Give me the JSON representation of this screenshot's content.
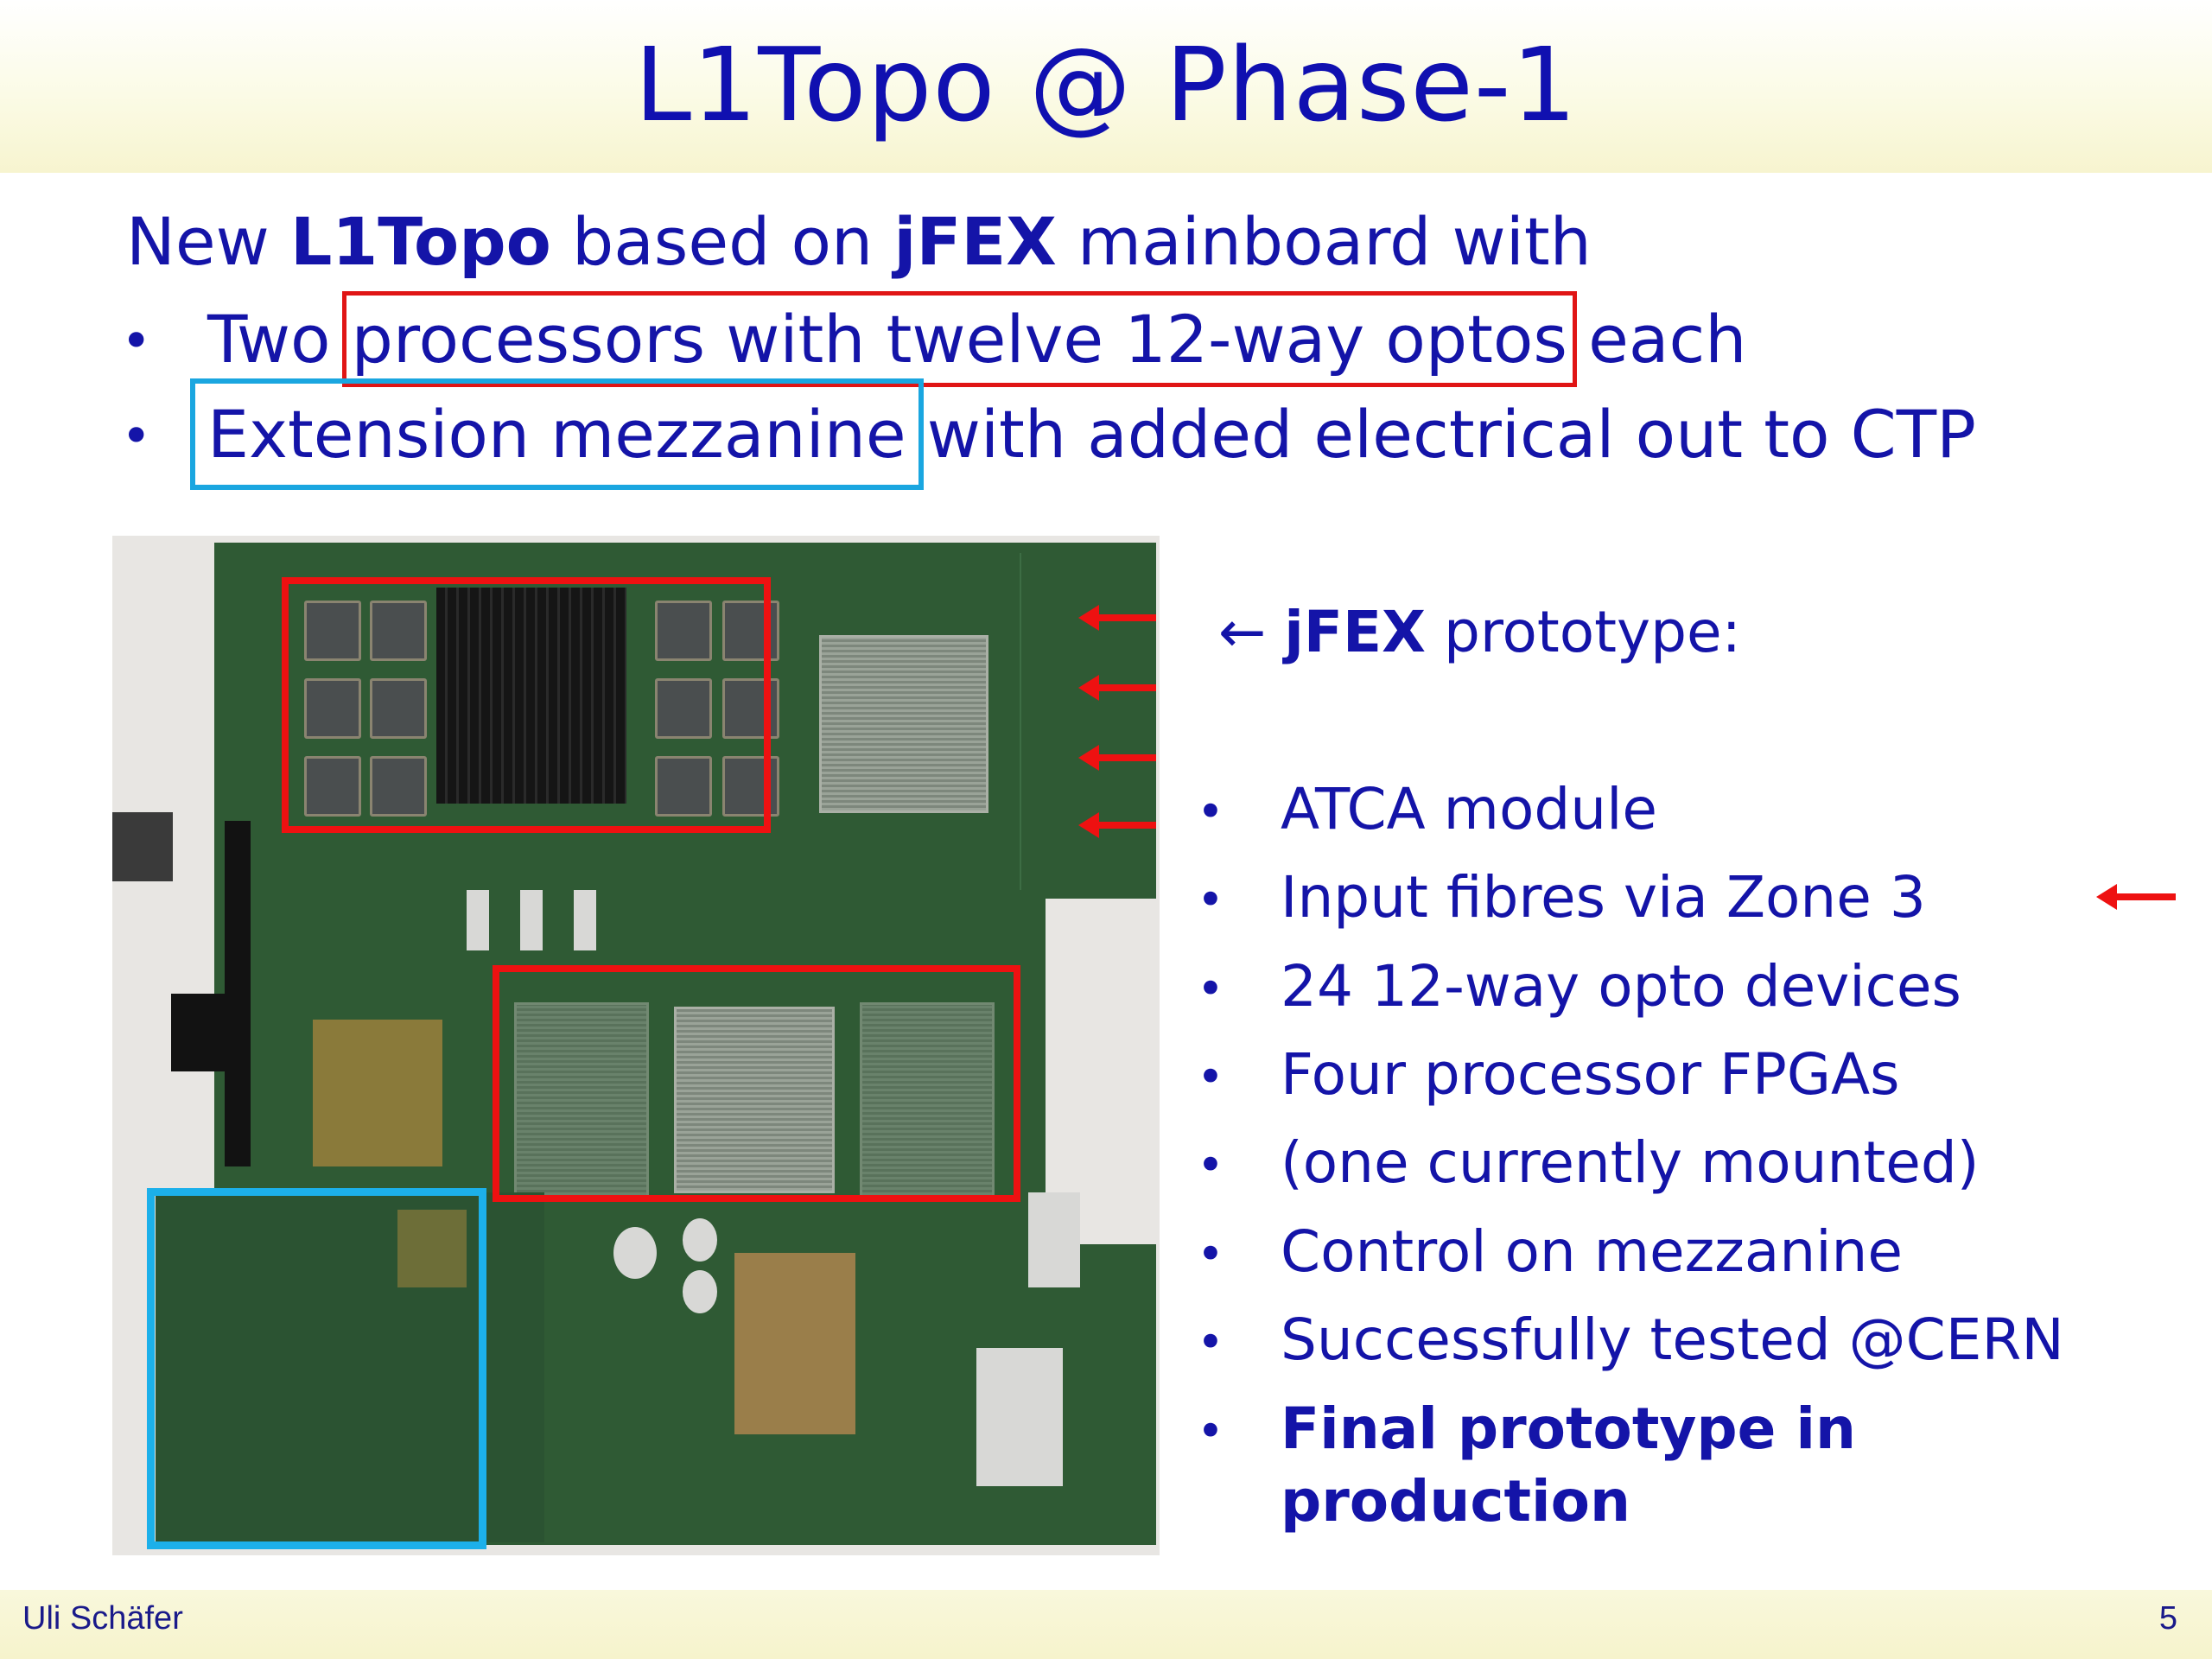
{
  "slide": {
    "title": "L1Topo @ Phase-1",
    "intro": {
      "prefix": "New ",
      "bold1": "L1Topo",
      "middle": " based on ",
      "bold2": "jFEX",
      "suffix": " mainboard with"
    },
    "top_bullets": [
      {
        "pre": "Two ",
        "boxed": "processors with twelve 12-way optos",
        "post": " each"
      },
      {
        "pre": "",
        "boxed": "Extension mezzanine",
        "post": " with added electrical out to CTP"
      }
    ],
    "side": {
      "heading_arrow": "←",
      "heading_bold": "jFEX",
      "heading_rest": " prototype:",
      "bullets": [
        "ATCA module",
        "Input fibres via Zone 3",
        "24 12-way opto devices",
        "Four processor FPGAs",
        "(one currently mounted)",
        "Control on mezzanine",
        "Successfully tested @CERN"
      ],
      "final_bullet_line1": "Final prototype in",
      "final_bullet_line2": "production"
    },
    "bullet_char": "•",
    "footer": {
      "author": "Uli Schäfer",
      "page": "5"
    }
  },
  "colors": {
    "text": "#1414a8",
    "red_box": "#e01515",
    "blue_box": "#1aa6e0"
  }
}
